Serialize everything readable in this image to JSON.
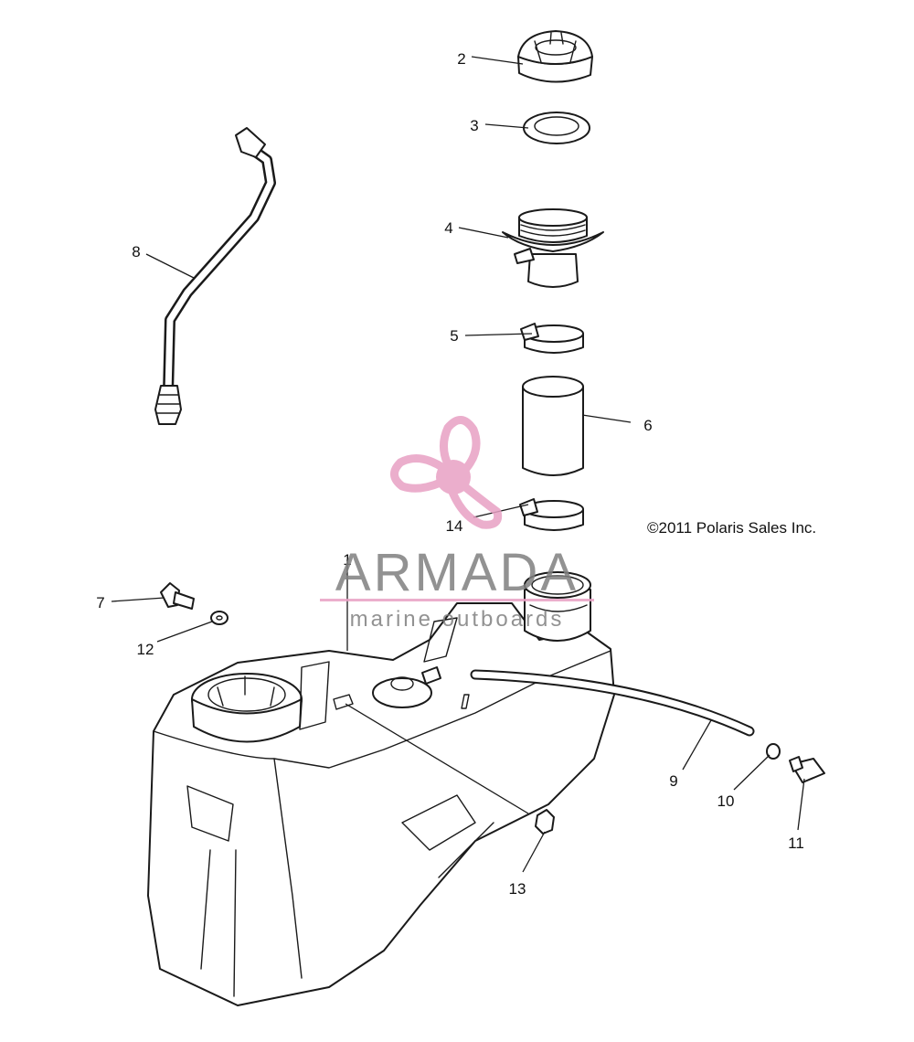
{
  "diagram": {
    "copyright": "©2011 Polaris Sales Inc.",
    "callouts": [
      "1",
      "2",
      "3",
      "4",
      "5",
      "6",
      "7",
      "8",
      "9",
      "10",
      "11",
      "12",
      "13",
      "14"
    ]
  },
  "watermark": {
    "title": "ARMADA",
    "subtitle": "marine outboards",
    "colors": {
      "pink": "#e8a0c4",
      "gray": "#808080"
    }
  }
}
